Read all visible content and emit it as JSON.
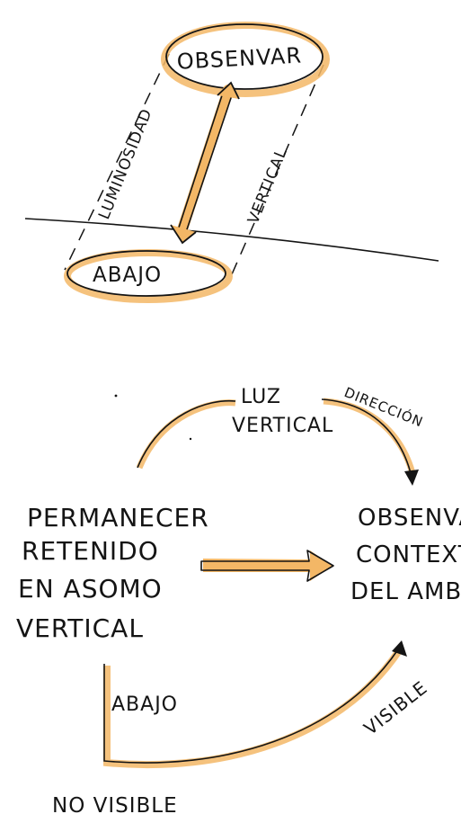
{
  "colors": {
    "ink": "#141414",
    "highlight": "#f3b766",
    "highlight_light": "#f8d49c",
    "paper": "#ffffff"
  },
  "top_diagram": {
    "top_node": "OBSENVAR",
    "bottom_node": "ABAJO",
    "left_label": "LUMINOSIDAD",
    "right_label": "VERTICAL"
  },
  "bottom_diagram": {
    "left_block": [
      "PERMANECER",
      "RETENIDO",
      "EN ASOMO",
      "VERTICAL"
    ],
    "right_block": [
      "OBSENVA",
      "CONTEXT",
      "DEL AMB"
    ],
    "top_arc_label": [
      "LUZ",
      "VERTICAL"
    ],
    "top_right_label": "DIRECCIÓN",
    "left_side_label": "ABAJO",
    "bottom_label": "NO VISIBLE",
    "right_side_label": "VISIBLE"
  }
}
